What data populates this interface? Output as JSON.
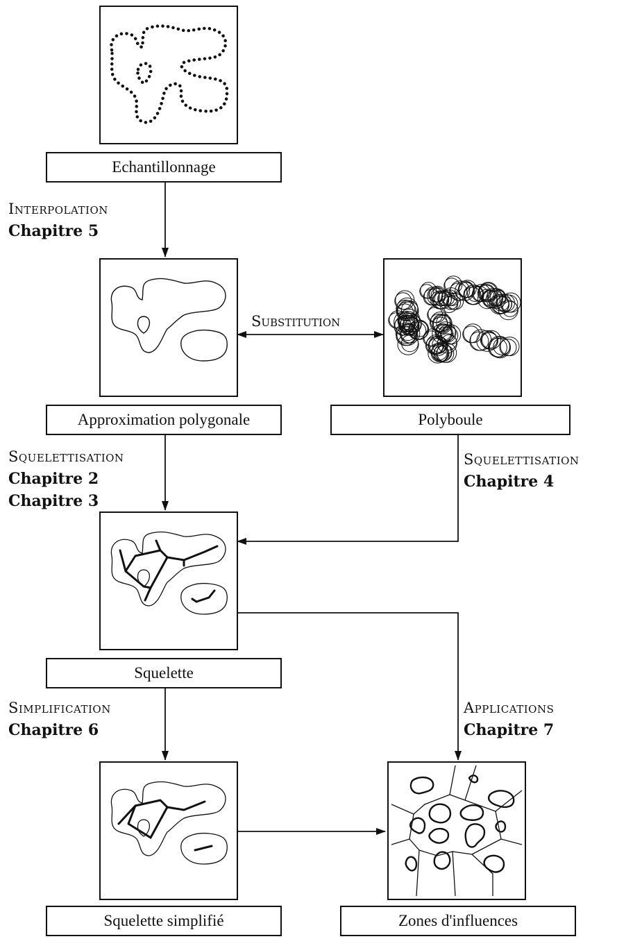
{
  "nodes": {
    "sampling": "Echantillonnage",
    "polygonal": "Approximation polygonale",
    "polyball": "Polyboule",
    "skeleton": "Squelette",
    "simplified": "Squelette simplifié",
    "influence": "Zones d'influences"
  },
  "edges": {
    "interpolation": {
      "label": "Interpolation",
      "chapter": "Chapitre 5"
    },
    "substitution": {
      "label": "Substitution"
    },
    "skeletonization_left": {
      "label": "Squelettisation",
      "chapters": [
        "Chapitre 2",
        "Chapitre 3"
      ]
    },
    "skeletonization_right": {
      "label": "Squelettisation",
      "chapter": "Chapitre 4"
    },
    "simplification": {
      "label": "Simplification",
      "chapter": "Chapitre 6"
    },
    "applications": {
      "label": "Applications",
      "chapter": "Chapitre 7"
    }
  }
}
